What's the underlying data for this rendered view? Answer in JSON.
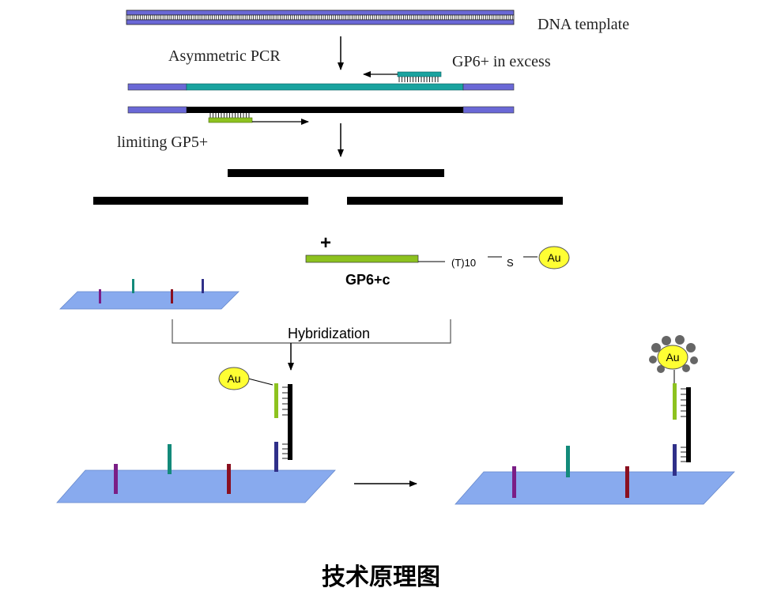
{
  "labels": {
    "dna_template": "DNA template",
    "asymmetric_pcr": "Asymmetric PCR",
    "gp6_excess": "GP6+  in excess",
    "limiting_gp5": "limiting GP5+",
    "plus": "+",
    "t10": "(T)10",
    "s": "S",
    "au": "Au",
    "gp6c": "GP6+c",
    "hybridization": "Hybridization"
  },
  "caption": "技术原理图",
  "colors": {
    "template_blue": "#6a68d6",
    "teal": "#1aa39f",
    "green": "#8dc21f",
    "black": "#000000",
    "plate": "#88aaee",
    "gold": "#ffff33",
    "probe_purple": "#7a1e86",
    "probe_teal": "#138a7a",
    "probe_red": "#8a1020",
    "probe_blue": "#303089",
    "silver": "#666666"
  }
}
